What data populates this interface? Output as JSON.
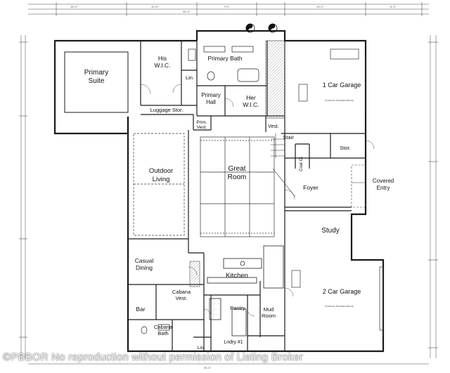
{
  "rooms": {
    "primary_suite_1": "Primary",
    "primary_suite_2": "Suite",
    "his_wic_1": "His",
    "his_wic_2": "W.I.C.",
    "lin_upper": "Lin.",
    "primary_bath": "Primary Bath",
    "primary_hall_1": "Primary",
    "primary_hall_2": "Hall",
    "her_wic_1": "Her",
    "her_wic_2": "W.I.C.",
    "luggage_stor": "Luggage Stor.",
    "one_car_garage": "1 Car Garage",
    "prim_vest_1": "Prim.",
    "prim_vest_2": "Vest.",
    "vest": "Vest.",
    "stair": "Stair",
    "stor": "Stor.",
    "great_room_1": "Great",
    "great_room_2": "Room",
    "outdoor_living_1": "Outdoor",
    "outdoor_living_2": "Living",
    "coat_cl": "Coat Cl.",
    "foyer": "Foyer",
    "covered_entry_1": "Covered",
    "covered_entry_2": "Entry",
    "study": "Study",
    "casual_dining_1": "Casual",
    "casual_dining_2": "Dining",
    "kitchen": "Kitchen",
    "cabana_vest_1": "Cabana",
    "cabana_vest_2": "Vest.",
    "bar": "Bar",
    "pantry": "Pantry",
    "mud_room_1": "Mud",
    "mud_room_2": "Room",
    "two_car_garage": "2 Car Garage",
    "cabana_bath_1": "Cabana",
    "cabana_bath_2": "Bath",
    "lndry": "Lndry #1",
    "lin_lower": "Lin."
  },
  "notes": {
    "garage_note_1": "STORAGE TRUSSES ABOVE",
    "garage_note_2": "STORAGE TRUSSES ABOVE"
  },
  "watermark": "©PBBOR No reproduction without permission of Listing Broker",
  "colors": {
    "line": "#1a1a1a",
    "paper": "#ffffff",
    "hatch": "#777777"
  }
}
